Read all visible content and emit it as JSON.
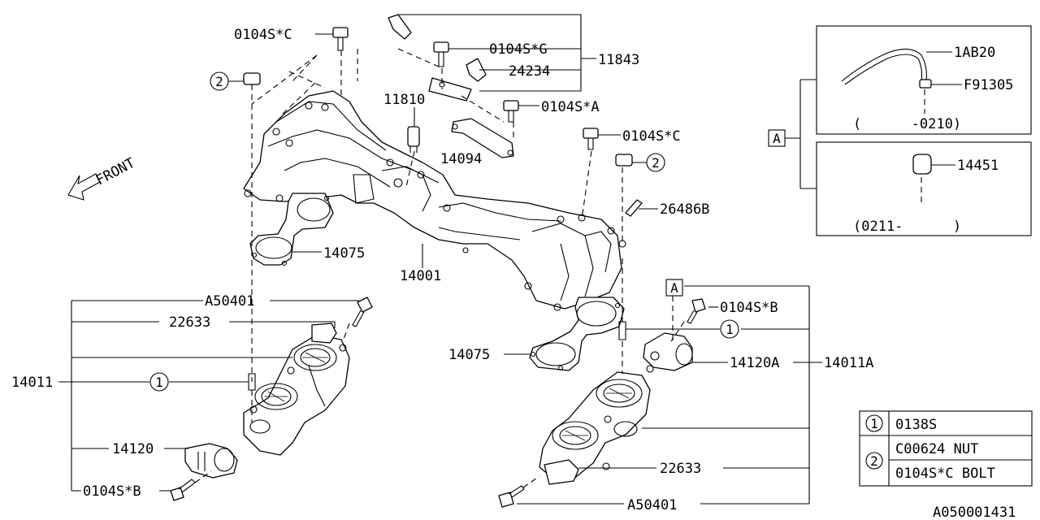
{
  "front_label": "FRONT",
  "labels": {
    "p0104s_c_top": "0104S*C",
    "p0104s_g": "0104S*G",
    "p11843": "11843",
    "p24234": "24234",
    "p11810": "11810",
    "p0104s_a": "0104S*A",
    "p0104s_c_right": "0104S*C",
    "p14094": "14094",
    "p26486b": "26486B",
    "p14075_upper": "14075",
    "p14001": "14001",
    "pa50401_upper": "A50401",
    "p22633_upper": "22633",
    "p14011": "14011",
    "p14120": "14120",
    "p0104s_b_left": "0104S*B",
    "p0104s_b_right": "0104S*B",
    "p14120a": "14120A",
    "p14011a": "14011A",
    "p14075_lower": "14075",
    "p22633_lower": "22633",
    "pa50401_lower": "A50401",
    "p1ab20": "1AB20",
    "pf91305": "F91305",
    "p14451": "14451",
    "range_upper": "(      -0210)",
    "range_lower": "(0211-      )",
    "drawing_number": "A050001431"
  },
  "markers": {
    "circle_1": "1",
    "circle_2": "2",
    "box_a": "A"
  },
  "legend": [
    {
      "marker": "1",
      "text": "0138S"
    },
    {
      "marker": "2",
      "text": "C00624 NUT"
    },
    {
      "marker": "2",
      "text": "0104S*C BOLT"
    }
  ]
}
